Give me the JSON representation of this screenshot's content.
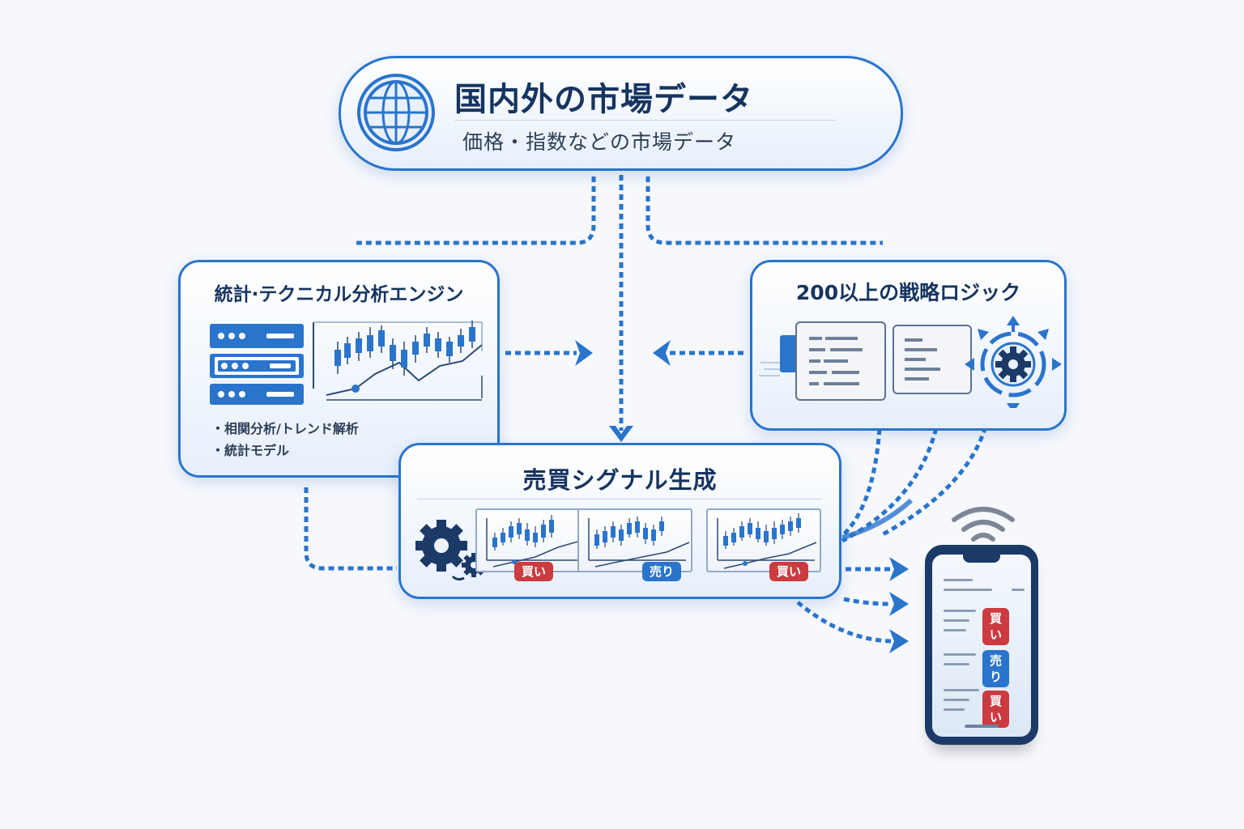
{
  "market": {
    "title": "国内外の市場データ",
    "subtitle": "価格・指数などの市場データ",
    "icon": "globe-icon"
  },
  "engine": {
    "title": "統計·テクニカル分析エンジン",
    "bullets": [
      "相関分析/トレンド解析",
      "統計モデル"
    ],
    "icons": [
      "server-icon",
      "candlestick-chart-icon"
    ]
  },
  "strategy": {
    "title": "200以上の戦略ロジック",
    "icons": [
      "document-icon",
      "gear-icon"
    ]
  },
  "signal": {
    "title": "売買シグナル生成",
    "charts": [
      {
        "badge": "買い",
        "kind": "buy"
      },
      {
        "badge": "売り",
        "kind": "sell"
      },
      {
        "badge": "買い",
        "kind": "buy"
      }
    ],
    "icon": "gears-icon"
  },
  "phone": {
    "rows": [
      {
        "badge": "買い",
        "kind": "buy"
      },
      {
        "badge": "売り",
        "kind": "sell"
      },
      {
        "badge": "買い",
        "kind": "buy"
      }
    ],
    "icons": [
      "smartphone-icon",
      "wifi-icon"
    ]
  },
  "colors": {
    "accent": "#2a74cc",
    "navy": "#16345f",
    "buy": "#cc3b40",
    "sell": "#2a74cc",
    "background": "#f6f8fc"
  }
}
